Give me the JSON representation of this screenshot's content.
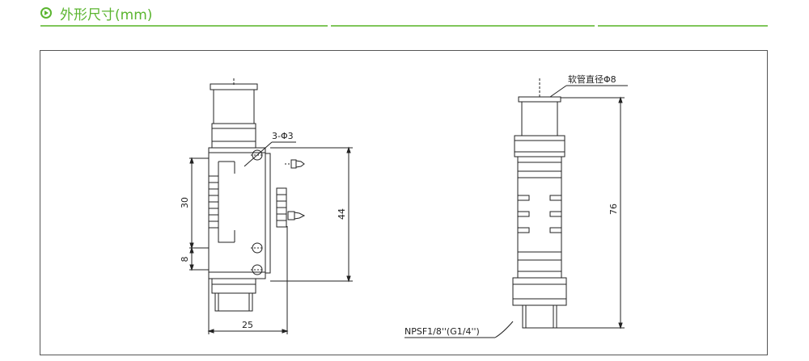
{
  "section": {
    "title": "外形尺寸(mm)",
    "accent_color": "#5bb530",
    "icon": "circle-arrow-right-icon"
  },
  "drawing": {
    "front": {
      "dim_30": "30",
      "dim_8": "8",
      "dim_44": "44",
      "dim_25": "25",
      "hole_label": "3-Φ3"
    },
    "side": {
      "tube_label": "软管直径Φ8",
      "dim_76": "76",
      "thread_label": "NPSF1/8''(G1/4'')"
    }
  }
}
